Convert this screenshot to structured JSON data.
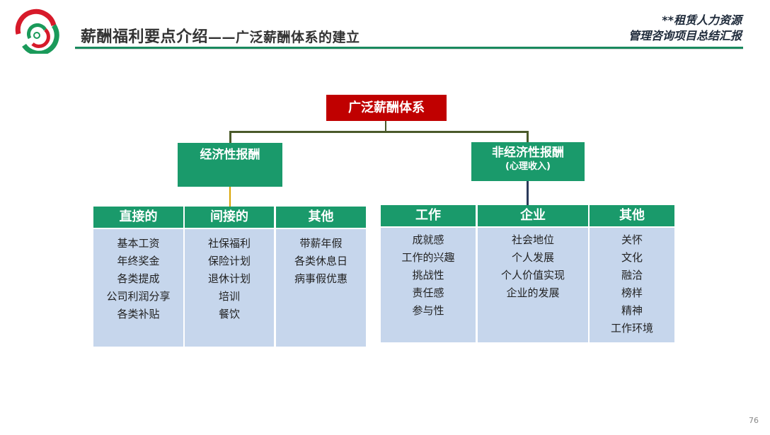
{
  "header": {
    "title_main": "薪酬福利要点介绍",
    "title_sub": "——广泛薪酬体系的建立",
    "corner_line1": "**租赁人力资源",
    "corner_line2": "管理咨询项目总结汇报",
    "page_number": "76"
  },
  "diagram": {
    "root": "广泛薪酬体系",
    "economic": {
      "label": "经济性报酬",
      "columns": [
        {
          "header": "直接的",
          "items": [
            "基本工资",
            "年终奖金",
            "各类提成",
            "公司利润分享",
            "各类补贴"
          ]
        },
        {
          "header": "间接的",
          "items": [
            "社保福利",
            "保险计划",
            "退休计划",
            "培训",
            "餐饮"
          ]
        },
        {
          "header": "其他",
          "items": [
            "带薪年假",
            "各类休息日",
            "病事假优惠"
          ]
        }
      ]
    },
    "non_economic": {
      "label": "非经济性报酬",
      "sublabel": "(心理收入)",
      "columns": [
        {
          "header": "工作",
          "items": [
            "成就感",
            "工作的兴趣",
            "挑战性",
            "责任感",
            "参与性"
          ]
        },
        {
          "header": "企业",
          "items": [
            "社会地位",
            "个人发展",
            "个人价值实现",
            "企业的发展"
          ]
        },
        {
          "header": "其他",
          "items": [
            "关怀",
            "文化",
            "融洽",
            "榜样",
            "精神",
            "工作环境"
          ]
        }
      ]
    }
  },
  "colors": {
    "root": "#c00000",
    "green": "#1a9a6b",
    "cell": "#c6d6ec",
    "connector": "#4a5a2a"
  }
}
